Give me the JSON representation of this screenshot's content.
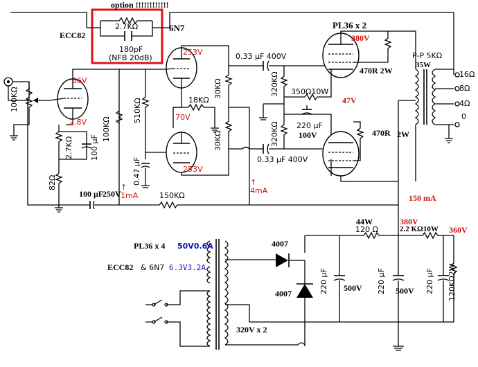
{
  "option_box": {
    "title": "option !!!!!!!!!!!!",
    "resistor": "2.7KΩ",
    "capacitor": "180pF",
    "note": "(NFB 20dB)"
  },
  "tubes": {
    "input": "ECC82",
    "driver": "6N7",
    "output": "PL36 x 2"
  },
  "voltages": {
    "v66": "66V",
    "v2_8": "2.8V",
    "v253_top": "253V",
    "v70": "70V",
    "v253_bot": "253V",
    "v380_top": "380V",
    "v47": "47V",
    "v250": "250V",
    "v380_ps": "380V",
    "v360": "360V"
  },
  "currents": {
    "i1": "↑\n1mA",
    "i4": "↑\n4mA",
    "i150": "150 mA"
  },
  "components": {
    "pot": "100KΩ",
    "r_2_7k": "2.7KΩ",
    "c_100uf": "100 μF",
    "r_82": "82Ω",
    "r_100k": "100KΩ",
    "r_510k": "510KΩ",
    "c_047": "0.47 μF",
    "r_18k": "18KΩ",
    "r_30k_a": "30KΩ",
    "r_30k_b": "30KΩ",
    "c_033_top": "0.33 μF 400V",
    "c_033_bot": "0.33 μF 400V",
    "r_320k_a": "320KΩ",
    "r_320k_b": "320KΩ",
    "r_350": "350Ω10W",
    "c_220_cath": "220 μF",
    "c_220_cath_v": "100V",
    "r_470_top": "470R 2W",
    "r_470_bot": "470R",
    "r_2w": "2W",
    "c_feedback": "100 μF",
    "r_150k": "150KΩ",
    "transformer": "P-P 5KΩ",
    "transformer_w": "35W"
  },
  "outputs": {
    "t16": "16Ω",
    "t8": "8Ω",
    "t4": "4Ω",
    "t0": "0"
  },
  "power_supply": {
    "pl36_heater": "PL36 x 4",
    "pl36_heater_v": "50V0.6A",
    "ecc82_heater": "ECC82",
    "ecc82_heater_and": "& 6N7",
    "ecc82_heater_v": "6.3V3.2A",
    "secondary": "320V x 2",
    "diode1": "4007",
    "diode2": "4007",
    "r44w": "44W",
    "r120": "120 Ω",
    "r2_2k": "2.2 KΩ10W",
    "c1": "220 μF",
    "c1_v": "500V",
    "c2": "220 μF",
    "c2_v": "500V",
    "c3": "220 μF",
    "r120k": "120KΩ2W"
  }
}
